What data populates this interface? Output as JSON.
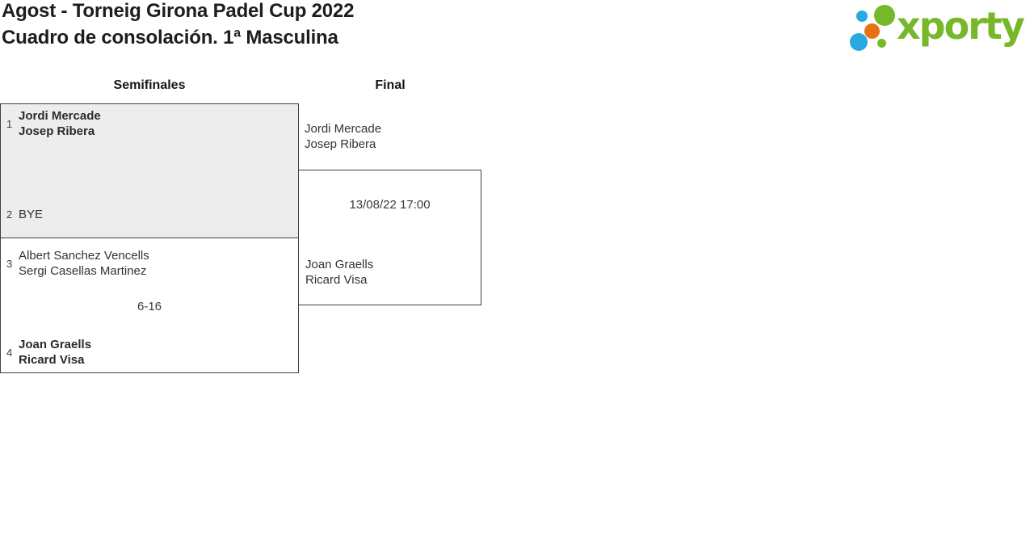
{
  "header": {
    "title_line1": "Agost - Torneig Girona Padel Cup 2022",
    "title_line2": "Cuadro de consolación. 1ª Masculina"
  },
  "logo": {
    "brand": "xporty",
    "colors": {
      "green": "#76b82a",
      "blue": "#29a9e1",
      "orange": "#e87211"
    }
  },
  "bracket": {
    "round_headers": [
      {
        "label": "Semifinales"
      },
      {
        "label": "Final"
      }
    ],
    "semifinals": [
      {
        "top": {
          "seed": "1",
          "players": [
            "Jordi Mercade",
            "Josep Ribera"
          ],
          "winner": true
        },
        "bottom": {
          "seed": "2",
          "players": [
            "BYE"
          ],
          "winner": false
        },
        "score": ""
      },
      {
        "top": {
          "seed": "3",
          "players": [
            "Albert Sanchez Vencells",
            "Sergi Casellas Martinez"
          ],
          "winner": false
        },
        "bottom": {
          "seed": "4",
          "players": [
            "Joan Graells",
            "Ricard Visa"
          ],
          "winner": true
        },
        "score": "6-16"
      }
    ],
    "final": {
      "top": {
        "players": [
          "Jordi Mercade",
          "Josep Ribera"
        ]
      },
      "datetime": "13/08/22 17:00",
      "bottom": {
        "players": [
          "Joan Graells",
          "Ricard Visa"
        ]
      }
    }
  }
}
